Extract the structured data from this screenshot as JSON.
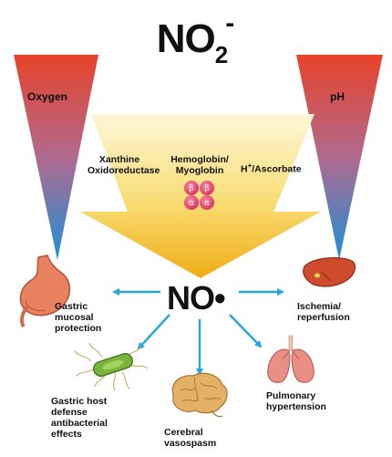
{
  "title": {
    "main": "NO",
    "subscript": "2",
    "superscript": "-"
  },
  "oxygen_label": "Oxygen",
  "ph_label": "pH",
  "enzymes": {
    "xanthine": [
      "Xanthine",
      "Oxidoreductase"
    ],
    "hemoglobin": [
      "Hemoglobin/",
      "Myoglobin"
    ],
    "ascorbate": {
      "prefix": "H",
      "sup": "+",
      "rest": "/Ascorbate"
    }
  },
  "subunits": [
    "β",
    "β",
    "α",
    "α"
  ],
  "product": "NO•",
  "effects": {
    "gastric_mucosal": [
      "Gastric",
      "mucosal",
      "protection"
    ],
    "ischemia": [
      "Ischemia/",
      "reperfusion"
    ],
    "antibacterial": [
      "Gastric host",
      "defense",
      "antibacterial",
      "effects"
    ],
    "cerebral": [
      "Cerebral",
      "vasospasm"
    ],
    "pulmonary": [
      "Pulmonary",
      "hypertension"
    ]
  },
  "colors": {
    "arrow_blue": "#29a6df",
    "gradient_top": "#e8432a",
    "gradient_bottom": "#1f8fd8",
    "funnel_top": "#fcf3c6",
    "funnel_bottom": "#f2b41e",
    "subunit": "#e8416e"
  }
}
